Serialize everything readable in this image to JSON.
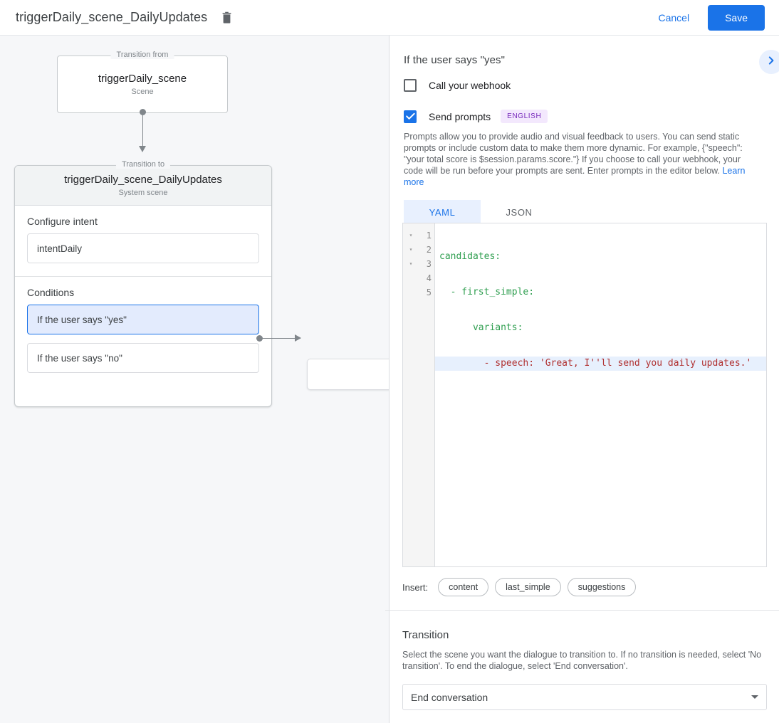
{
  "topbar": {
    "title": "triggerDaily_scene_DailyUpdates",
    "delete_icon": "trash-icon",
    "cancel_label": "Cancel",
    "save_label": "Save",
    "accent_color": "#1a73e8"
  },
  "graph": {
    "from_legend": "Transition from",
    "from_title": "triggerDaily_scene",
    "from_subtitle": "Scene",
    "to_legend": "Transition to",
    "to_title": "triggerDaily_scene_DailyUpdates",
    "to_subtitle": "System scene",
    "intent_label": "Configure intent",
    "intent_value": "intentDaily",
    "conditions_label": "Conditions",
    "conditions": [
      {
        "label": "If the user says \"yes\"",
        "selected": true
      },
      {
        "label": "If the user says \"no\"",
        "selected": false
      }
    ]
  },
  "panel": {
    "title": "If the user says \"yes\"",
    "expand_icon": "chevron-right-icon",
    "webhook": {
      "label": "Call your webhook",
      "checked": false
    },
    "prompts": {
      "label": "Send prompts",
      "checked": true,
      "language_badge": "ENGLISH",
      "description": "Prompts allow you to provide audio and visual feedback to users. You can send static prompts or include custom data to make them more dynamic. For example, {\"speech\": \"your total score is $session.params.score.\"} If you choose to call your webhook, your code will be run before your prompts are sent. Enter prompts in the editor below.",
      "learn_more": "Learn more"
    },
    "tabs": [
      {
        "label": "YAML",
        "active": true
      },
      {
        "label": "JSON",
        "active": false
      }
    ],
    "editor": {
      "format": "YAML",
      "active_line": 4,
      "lines": [
        {
          "no": "1",
          "fold": "▾",
          "text": "candidates:"
        },
        {
          "no": "2",
          "fold": "▾",
          "text": "  - first_simple:"
        },
        {
          "no": "3",
          "fold": "▾",
          "text": "      variants:"
        },
        {
          "no": "4",
          "fold": "",
          "text": "        - speech: 'Great, I''ll send you daily updates.'"
        },
        {
          "no": "5",
          "fold": "",
          "text": ""
        }
      ]
    },
    "insert": {
      "label": "Insert:",
      "chips": [
        "content",
        "last_simple",
        "suggestions"
      ]
    },
    "transition": {
      "title": "Transition",
      "description": "Select the scene you want the dialogue to transition to. If no transition is needed, select 'No transition'. To end the dialogue, select 'End conversation'.",
      "selected": "End conversation"
    }
  }
}
